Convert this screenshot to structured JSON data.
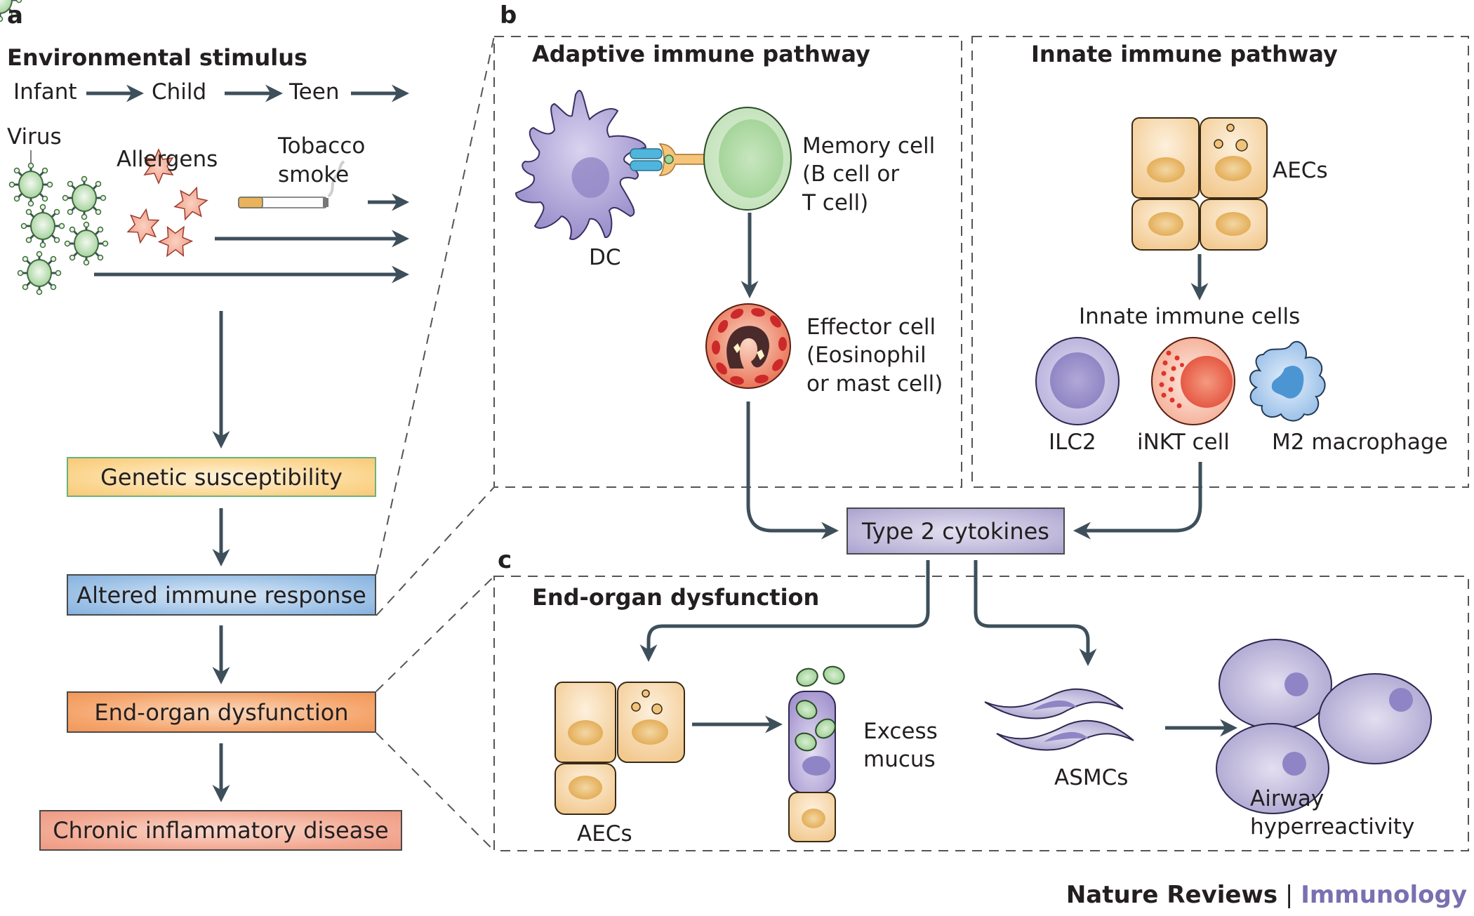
{
  "panels": {
    "a": {
      "letter": "a",
      "heading": "Environmental stimulus",
      "timeline": [
        "Infant",
        "Child",
        "Teen"
      ],
      "stimuli": {
        "virus": "Virus",
        "allergens": "Allergens",
        "tobacco_line1": "Tobacco",
        "tobacco_line2": "smoke"
      },
      "flow": [
        "Genetic susceptibility",
        "Altered immune response",
        "End-organ dysfunction",
        "Chronic inflammatory disease"
      ]
    },
    "b": {
      "letter": "b",
      "adaptive": {
        "heading": "Adaptive immune pathway",
        "dc_label": "DC",
        "memory_line1": "Memory cell",
        "memory_line2": "(B cell or",
        "memory_line3": "T cell)",
        "effector_line1": "Effector cell",
        "effector_line2": "(Eosinophil",
        "effector_line3": "or mast cell)"
      },
      "innate": {
        "heading": "Innate immune pathway",
        "aecs_label": "AECs",
        "cells_label": "Innate immune cells",
        "ilc2": "ILC2",
        "inkt": "iNKT cell",
        "m2": "M2 macrophage"
      },
      "cytokines": "Type 2 cytokines"
    },
    "c": {
      "letter": "c",
      "heading": "End-organ dysfunction",
      "aecs_label": "AECs",
      "mucus_line1": "Excess",
      "mucus_line2": "mucus",
      "asmcs_label": "ASMCs",
      "airway_line1": "Airway",
      "airway_line2": "hyperreactivity"
    }
  },
  "footer": {
    "brand": "Nature Reviews",
    "separator": "|",
    "journal": "Immunology"
  },
  "colors": {
    "arrow": "#3d4f5a",
    "journal_accent": "#7b6fb1",
    "dashed": "#555555"
  }
}
